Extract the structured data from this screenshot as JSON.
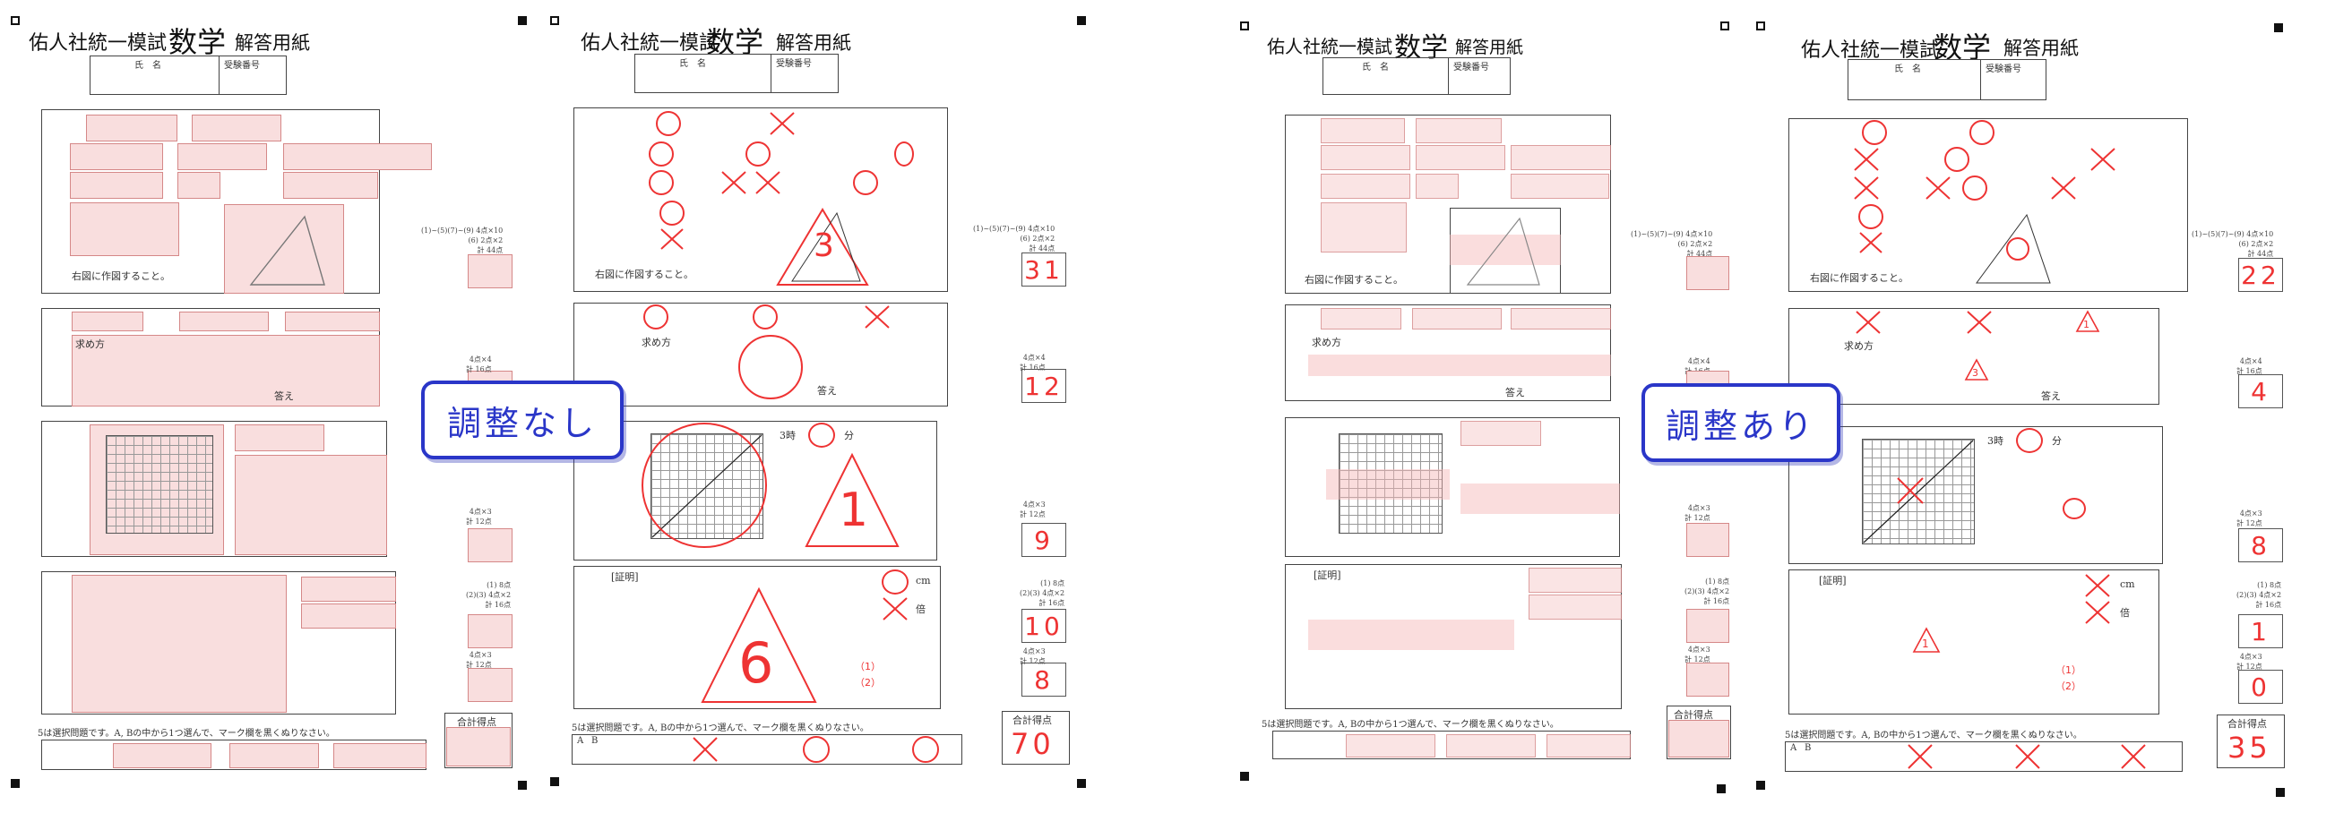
{
  "header": {
    "school": "佑人社統一模試",
    "subject": "数学",
    "sheet": "解答用紙",
    "name_label": "氏　名",
    "exam_no_label": "受験番号"
  },
  "badges": {
    "left": "調整なし",
    "right": "調整あり"
  },
  "labels": {
    "q1_draw": "右図に作図すること。",
    "q2_method": "求め方",
    "q2_answer": "答え",
    "q3_time": "3時",
    "q3_min": "分",
    "q4_proof": "[証明]",
    "q4_cm": "cm",
    "q4_times": "倍",
    "q5_instruction": "5は選択問題です。A, Bの中から1つ選んで、マーク欄を黒くぬりなさい。",
    "total_label": "合計得点",
    "sub_one": "（1）",
    "sub_two": "（2）",
    "choice_a": "A",
    "choice_b": "B"
  },
  "points": {
    "p1": "(1)~(5)(7)~(9) 4点×10\n(6) 2点×2\n計 44点",
    "p2": "4点×4\n計 16点",
    "p3": "4点×3\n計 12点",
    "p4a": "(1) 8点\n(2)(3) 4点×2\n計 16点",
    "p4b": "4点×3\n計 12点"
  },
  "scores_no_adjust": {
    "q1": "31",
    "q2": "12",
    "q3": "9",
    "q4": "10",
    "q5": "8",
    "total": "70",
    "tri_q1": "3",
    "tri_q3": "1",
    "tri_q4": "6"
  },
  "scores_adjusted": {
    "q1": "22",
    "q2": "4",
    "q3": "8",
    "q4": "1",
    "q5": "0",
    "total": "35",
    "tri_q2a": "1",
    "tri_q2b": "3",
    "tri_q4": "1"
  },
  "colors": {
    "mark_red": "#e33333",
    "region_pink": "#f9dede",
    "badge_blue": "#2a36c8"
  }
}
